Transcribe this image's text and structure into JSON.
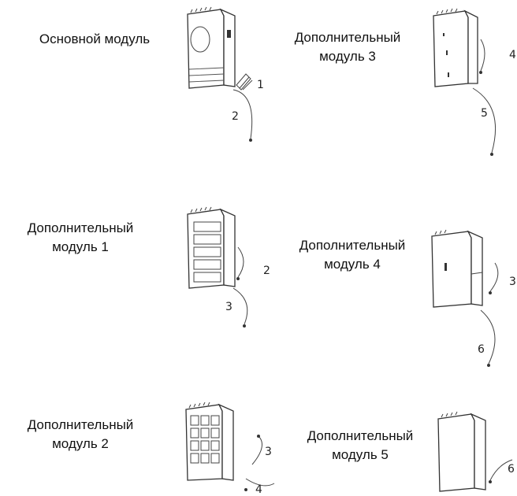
{
  "modules": [
    {
      "id": "main",
      "line1": "Основной модуль",
      "line2": "",
      "callouts": [
        "1",
        "2"
      ]
    },
    {
      "id": "m3",
      "line1": "Дополнительный",
      "line2": "модуль 3",
      "callouts": [
        "4",
        "5"
      ]
    },
    {
      "id": "m1",
      "line1": "Дополнительный",
      "line2": "модуль 1",
      "callouts": [
        "2",
        "3"
      ]
    },
    {
      "id": "m4",
      "line1": "Дополнительный",
      "line2": "модуль 4",
      "callouts": [
        "3",
        "6"
      ]
    },
    {
      "id": "m2",
      "line1": "Дополнительный",
      "line2": "модуль 2",
      "callouts": [
        "3",
        "4"
      ]
    },
    {
      "id": "m5",
      "line1": "Дополнительный",
      "line2": "модуль 5",
      "callouts": [
        "6"
      ]
    }
  ]
}
